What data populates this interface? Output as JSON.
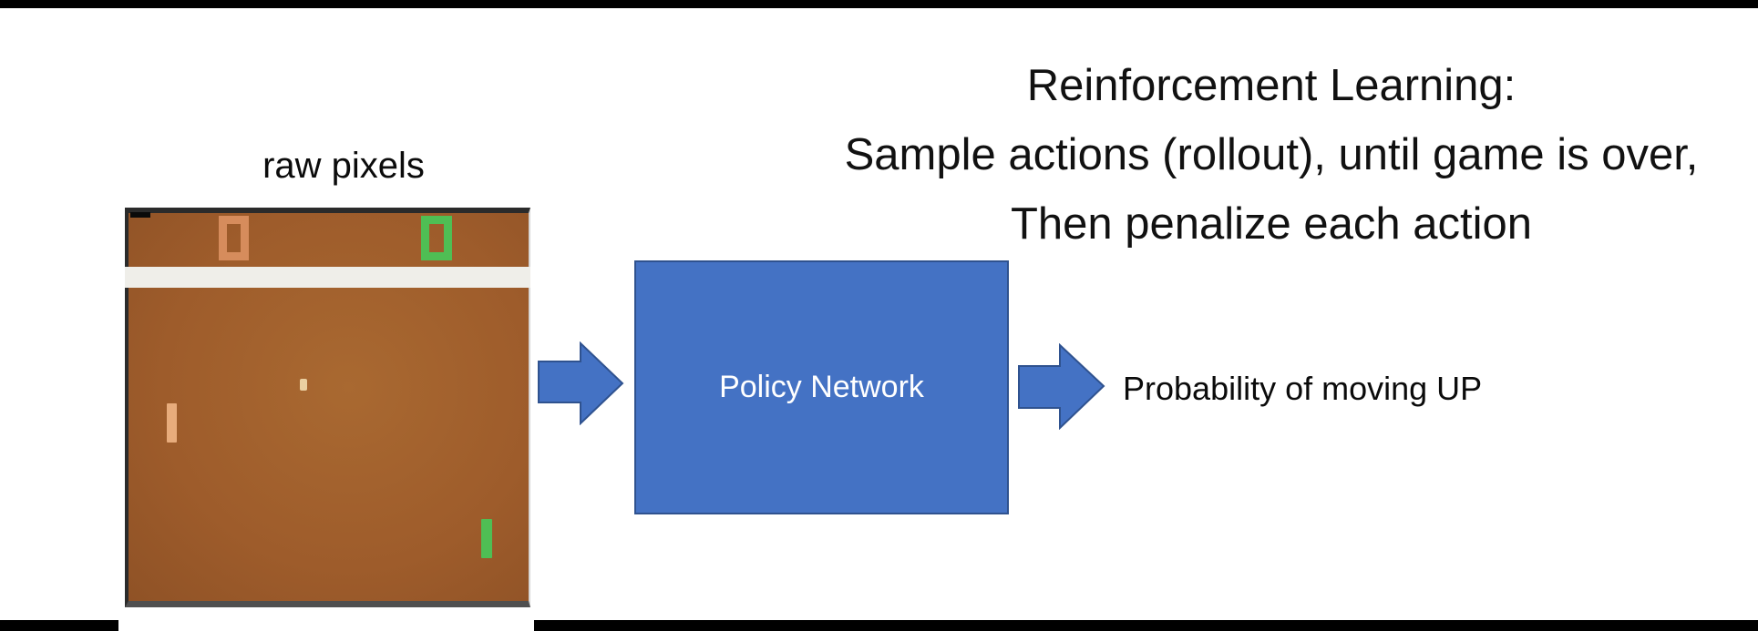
{
  "colors": {
    "accent_blue": "#4472C4",
    "accent_blue_border": "#2F528F",
    "game_brown": "#9E5C2B",
    "game_brown_light": "#A96931",
    "game_border_dark": "#2B2B2B",
    "game_border_bottom": "#4F4F4F",
    "score_orange": "#D68C5C",
    "score_green": "#4FBE54",
    "band_white": "#EFEEE9",
    "ball_cream": "#EACFA0",
    "paddle_tan": "#E8AC7C",
    "bar_black": "#000000"
  },
  "headline": {
    "line1": "Reinforcement Learning:",
    "line2": "Sample actions (rollout), until game is over,",
    "line3": "Then penalize each action"
  },
  "game_figure": {
    "label": "raw pixels",
    "left_score": "0",
    "right_score": "0"
  },
  "policy_box": {
    "label": "Policy Network"
  },
  "output": {
    "label": "Probability of moving UP"
  }
}
